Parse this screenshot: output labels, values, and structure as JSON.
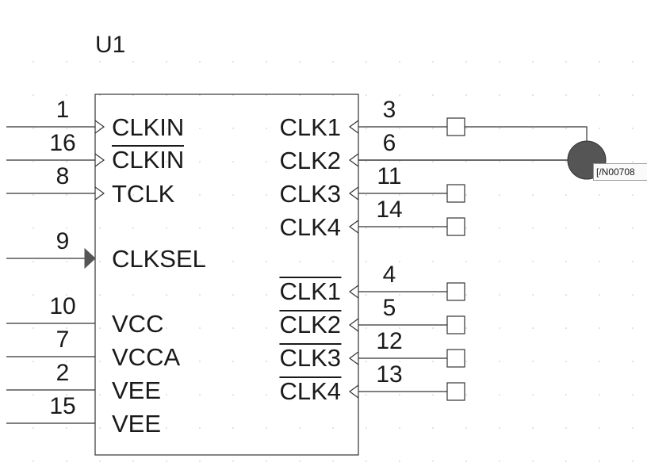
{
  "component": {
    "refdes": "U1",
    "left_pins": [
      {
        "num": "1",
        "label": "CLKIN",
        "overbar": false,
        "type": "clock"
      },
      {
        "num": "16",
        "label": "CLKIN",
        "overbar": true,
        "type": "clock"
      },
      {
        "num": "8",
        "label": "TCLK",
        "overbar": false,
        "type": "clock"
      },
      {
        "num": "9",
        "label": "CLKSEL",
        "overbar": false,
        "type": "input"
      },
      {
        "num": "10",
        "label": "VCC",
        "overbar": false,
        "type": "power"
      },
      {
        "num": "7",
        "label": "VCCA",
        "overbar": false,
        "type": "power"
      },
      {
        "num": "2",
        "label": "VEE",
        "overbar": false,
        "type": "power"
      },
      {
        "num": "15",
        "label": "VEE",
        "overbar": false,
        "type": "power"
      }
    ],
    "right_pins": [
      {
        "num": "3",
        "label": "CLK1",
        "overbar": false,
        "net": "connected"
      },
      {
        "num": "6",
        "label": "CLK2",
        "overbar": false,
        "net": "connected"
      },
      {
        "num": "11",
        "label": "CLK3",
        "overbar": false,
        "net": "open"
      },
      {
        "num": "14",
        "label": "CLK4",
        "overbar": false,
        "net": "open"
      },
      {
        "num": "4",
        "label": "CLK1",
        "overbar": true,
        "net": "open"
      },
      {
        "num": "5",
        "label": "CLK2",
        "overbar": true,
        "net": "open"
      },
      {
        "num": "12",
        "label": "CLK3",
        "overbar": true,
        "net": "open"
      },
      {
        "num": "13",
        "label": "CLK4",
        "overbar": true,
        "net": "open"
      }
    ]
  },
  "net_label": "[/N00708",
  "colors": {
    "line": "#333333",
    "grid_dot": "#cfcfcf",
    "junction": "#555555",
    "background": "#ffffff"
  }
}
